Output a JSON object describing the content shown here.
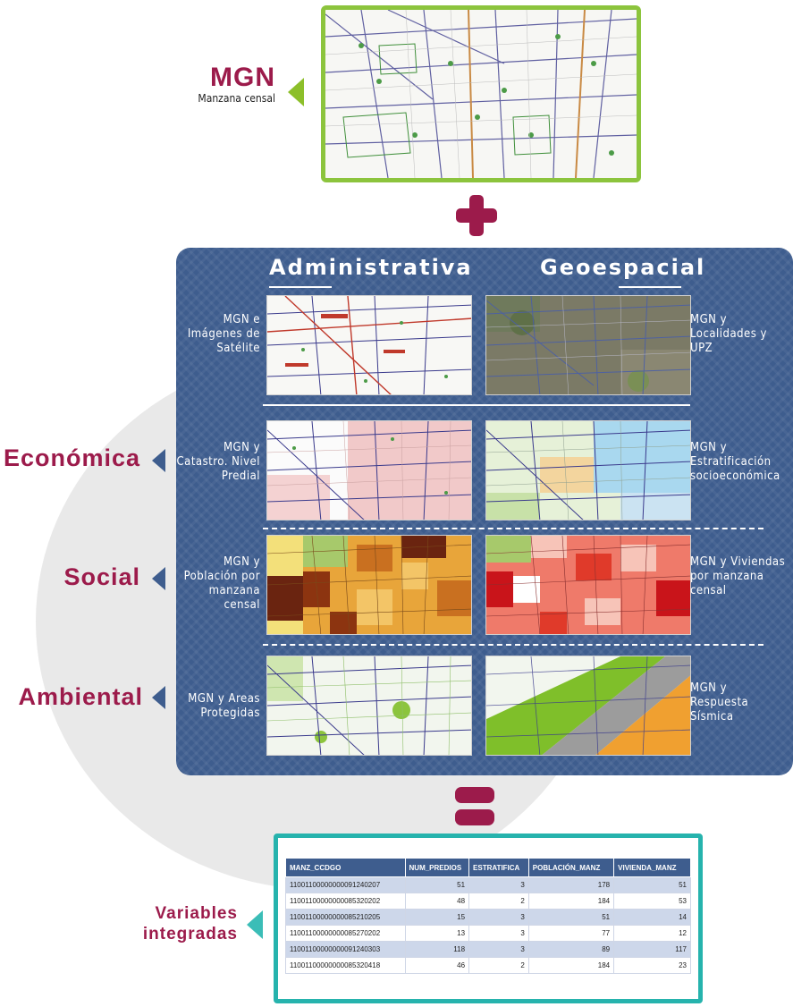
{
  "top": {
    "title": "MGN",
    "subtitle": "Manzana censal"
  },
  "columns": {
    "left": "Administrativa",
    "right": "Geoespacial"
  },
  "rows": [
    {
      "side": "",
      "left_label": "MGN e Imágenes de Satélite",
      "right_label": "MGN y Localidades y UPZ"
    },
    {
      "side": "Económica",
      "left_label": "MGN y Catastro. Nivel Predial",
      "right_label": "MGN y Estratificación socioeconómica"
    },
    {
      "side": "Social",
      "left_label": "MGN y Población por manzana censal",
      "right_label": "MGN y Viviendas por manzana censal"
    },
    {
      "side": "Ambiental",
      "left_label": "MGN y Areas Protegidas",
      "right_label": "MGN y Respuesta Sísmica"
    }
  ],
  "result": {
    "title_line1": "Variables",
    "title_line2": "integradas",
    "headers": [
      "MANZ_CCDGO",
      "NUM_PREDIOS",
      "ESTRATIFICA",
      "POBLACIÓN_MANZ",
      "VIVIENDA_MANZ"
    ],
    "table_rows": [
      [
        "11001100000000091240207",
        "51",
        "3",
        "178",
        "51"
      ],
      [
        "11001100000000085320202",
        "48",
        "2",
        "184",
        "53"
      ],
      [
        "11001100000000085210205",
        "15",
        "3",
        "51",
        "14"
      ],
      [
        "11001100000000085270202",
        "13",
        "3",
        "77",
        "12"
      ],
      [
        "11001100000000091240303",
        "118",
        "3",
        "89",
        "117"
      ],
      [
        "11001100000000085320418",
        "46",
        "2",
        "184",
        "23"
      ]
    ]
  },
  "colors": {
    "brand": "#9c1b4b",
    "panel": "#3e5d8e",
    "green": "#8cc43d",
    "teal": "#26b3ad"
  }
}
